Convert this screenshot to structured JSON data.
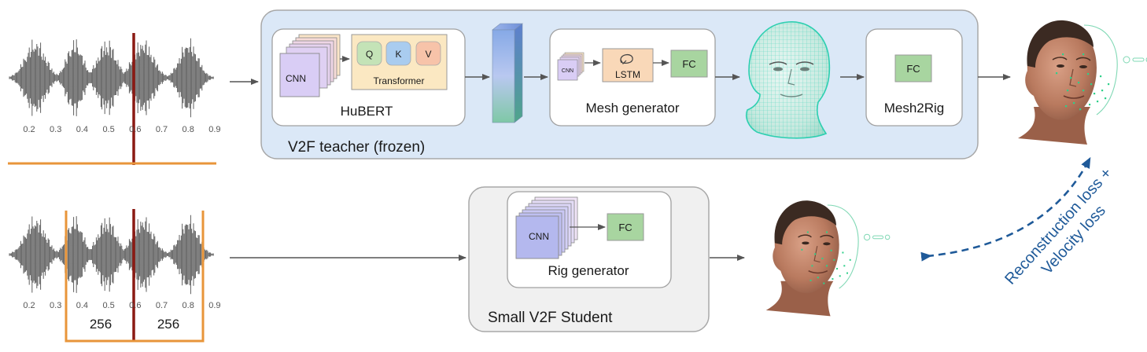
{
  "waveform_axis": {
    "ticks": [
      "0.2",
      "0.3",
      "0.4",
      "0.5",
      "0.6",
      "0.7",
      "0.8",
      "0.9"
    ]
  },
  "student_window": {
    "left_size": "256",
    "right_size": "256"
  },
  "teacher": {
    "title": "V2F teacher (frozen)",
    "hubert": {
      "label": "HuBERT",
      "cnn_label": "CNN",
      "transformer_label": "Transformer",
      "q_label": "Q",
      "k_label": "K",
      "v_label": "V"
    },
    "mesh_generator": {
      "label": "Mesh generator",
      "cnn_label": "CNN",
      "lstm_label": "LSTM",
      "fc_label": "FC"
    },
    "mesh2rig": {
      "label": "Mesh2Rig",
      "fc_label": "FC"
    }
  },
  "student": {
    "title": "Small V2F Student",
    "rig_generator": {
      "label": "Rig generator",
      "cnn_label": "CNN",
      "fc_label": "FC"
    }
  },
  "loss": {
    "line1": "Reconstruction loss +",
    "line2": "Velocity loss"
  },
  "colors": {
    "teacher_bg": "#dbe8f7",
    "student_bg": "#f0f0f0",
    "orange": "#e8953a",
    "cursor": "#8b1a14",
    "loss_blue": "#1f5a99",
    "fc_green": "#a8d5a0",
    "lstm_peach": "#f9d8b8",
    "transformer_yellow": "#fbe8c2",
    "mesh_cyan": "#3bd8c0"
  }
}
